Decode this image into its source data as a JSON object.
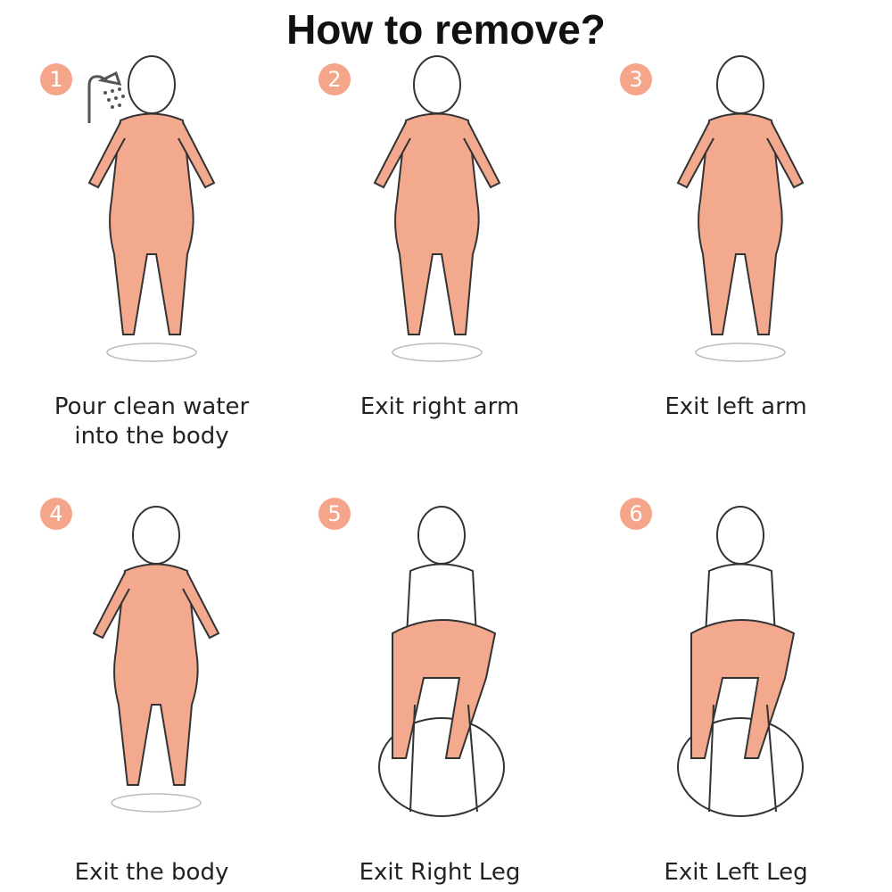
{
  "title": "How to remove?",
  "accent_color": "#f4a58a",
  "suit_color": "#f2a98e",
  "steps": [
    {
      "number": "1",
      "caption_line1": "Pour clean water",
      "caption_line2": "into the body",
      "icon": "shower-icon"
    },
    {
      "number": "2",
      "caption_line1": "Exit right arm",
      "caption_line2": ""
    },
    {
      "number": "3",
      "caption_line1": "Exit left arm",
      "caption_line2": ""
    },
    {
      "number": "4",
      "caption_line1": "Exit the body",
      "caption_line2": ""
    },
    {
      "number": "5",
      "caption_line1": "Exit Right Leg",
      "caption_line2": ""
    },
    {
      "number": "6",
      "caption_line1": "Exit Left Leg",
      "caption_line2": ""
    }
  ]
}
